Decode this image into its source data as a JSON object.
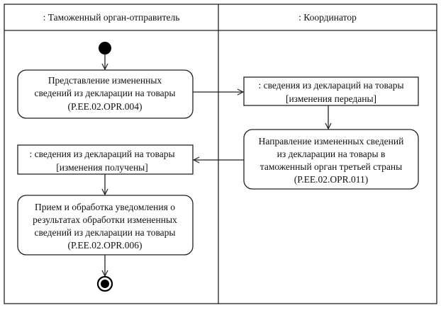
{
  "lanes": [
    {
      "title": ": Таможенный орган-отправитель"
    },
    {
      "title": ": Координатор"
    }
  ],
  "actions": [
    {
      "lines": [
        "Представление измененных",
        "сведений из декларации на товары",
        "(P.EE.02.OPR.004)"
      ]
    },
    {
      "lines": [
        "Направление измененных сведений",
        "из декларации на товары в",
        "таможенный орган третьей страны",
        "(P.EE.02.OPR.011)"
      ]
    },
    {
      "lines": [
        "Прием и обработка уведомления о",
        "результатах обработки измененных",
        "сведений из декларации на товары",
        "(P.EE.02.OPR.006)"
      ]
    }
  ],
  "objects": [
    {
      "name": ": сведения из деклараций на товары",
      "state": "[изменения переданы]"
    },
    {
      "name": ": сведения из деклараций на товары",
      "state": "[изменения получены]"
    }
  ]
}
